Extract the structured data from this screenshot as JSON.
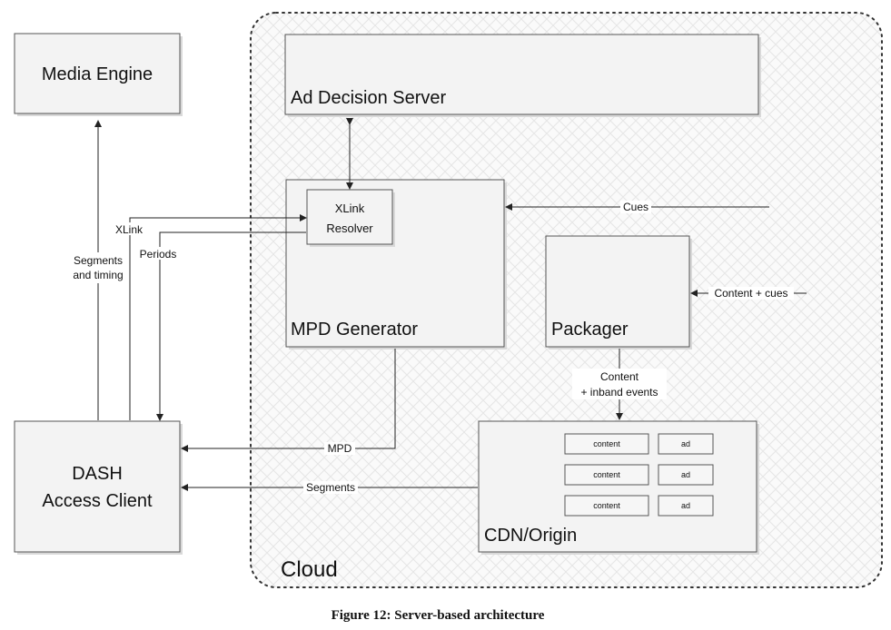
{
  "caption": "Figure 12: Server-based architecture",
  "cloud_label": "Cloud",
  "nodes": {
    "media_engine": "Media Engine",
    "ad_decision_server": "Ad Decision Server",
    "xlink_resolver_line1": "XLink",
    "xlink_resolver_line2": "Resolver",
    "mpd_generator": "MPD Generator",
    "packager": "Packager",
    "dash_client_line1": "DASH",
    "dash_client_line2": "Access Client",
    "cdn_origin": "CDN/Origin"
  },
  "cdn_grid": [
    {
      "content": "content",
      "ad": "ad"
    },
    {
      "content": "content",
      "ad": "ad"
    },
    {
      "content": "content",
      "ad": "ad"
    }
  ],
  "edges": {
    "xlink": "XLink",
    "periods": "Periods",
    "segments_timing_line1": "Segments",
    "segments_timing_line2": "and timing",
    "cues": "Cues",
    "content_cues": "Content + cues",
    "content_line1": "Content",
    "content_line2": "+ inband events",
    "mpd": "MPD",
    "segments": "Segments"
  }
}
